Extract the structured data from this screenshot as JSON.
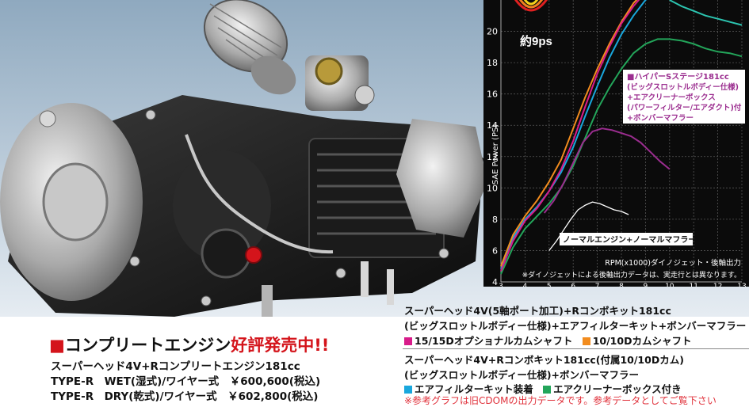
{
  "product": {
    "title_prefix": "コンプリートエンジン",
    "title_highlight": "好評発売中!!",
    "specs": [
      "スーパーヘッド4V+Rコンプリートエンジン181cc",
      "TYPE-R　WET(湿式)/ワイヤー式　￥600,600(税込)",
      "TYPE-R　DRY(乾式)/ワイヤー式　￥602,800(税込)"
    ]
  },
  "legend": {
    "blocks": [
      {
        "lines": [
          "スーパーヘッド4V(5軸ポート加工)+Rコンボキット181cc",
          "(ビッグスロットルボディー仕様)+エアフィルターキット+ボンバーマフラー"
        ],
        "items": [
          {
            "label": "15/15Dオプショナルカムシャフト",
            "color": "#d81b8a"
          },
          {
            "label": "10/10Dカムシャフト",
            "color": "#f28c1e"
          }
        ]
      },
      {
        "lines": [
          "スーパーヘッド4V+Rコンボキット181cc(付属10/10Dカム)",
          "(ビッグスロットルボディー仕様)+ボンバーマフラー"
        ],
        "items": [
          {
            "label": "エアフィルターキット装着",
            "color": "#19a7dd"
          },
          {
            "label": "エアクリーナーボックス付き",
            "color": "#23a55a"
          }
        ]
      }
    ],
    "note": "※参考グラフは旧CDOMの出力データです。参考データとしてご覧下さい"
  },
  "chart_data": {
    "type": "line",
    "xlabel": "RPM(x1000)ダイノジェット・後軸出力",
    "ylabel": "SAE Power (PS)",
    "xlim": [
      3,
      13
    ],
    "ylim": [
      4,
      22
    ],
    "x_ticks": [
      3,
      4,
      5,
      6,
      7,
      8,
      9,
      10,
      11,
      12,
      13
    ],
    "y_ticks": [
      4,
      6,
      8,
      10,
      12,
      14,
      16,
      18,
      20
    ],
    "grid": true,
    "note": "※ダイノジェットによる後軸出力データは、実走行とは異なります。",
    "gain_badge": "約9ps",
    "annotations": [
      {
        "series": "hyper",
        "lines": [
          "ハイパーSステージ181cc",
          "(ビッグスロットルボディー仕様)",
          "+エアクリーナーボックス",
          "(パワーフィルター/エアダクト)付",
          "+ボンバーマフラー"
        ]
      },
      {
        "series": "normal",
        "lines": [
          "ノーマルエンジン+ノーマルマフラー"
        ]
      }
    ],
    "series": [
      {
        "id": "blue",
        "color": "#19a7dd",
        "x": [
          3.0,
          3.5,
          4.0,
          4.5,
          5.0,
          5.5,
          6.0,
          6.5,
          7.0,
          7.5,
          8.0,
          8.5,
          9.0,
          9.5
        ],
        "y": [
          4.8,
          6.8,
          8.0,
          8.8,
          9.8,
          11.0,
          12.6,
          14.6,
          16.5,
          18.3,
          19.8,
          21.0,
          22.0,
          22.5
        ]
      },
      {
        "id": "green",
        "color": "#23a55a",
        "x": [
          3.0,
          3.5,
          4.0,
          4.5,
          5.0,
          5.5,
          6.0,
          6.5,
          7.0,
          7.5,
          8.0,
          8.5,
          9.0,
          9.5,
          10.0,
          10.5,
          11.0,
          11.5,
          12.0,
          12.5,
          13.0
        ],
        "y": [
          4.5,
          6.2,
          7.4,
          8.2,
          9.0,
          10.0,
          11.4,
          13.2,
          15.0,
          16.4,
          17.6,
          18.6,
          19.2,
          19.5,
          19.5,
          19.4,
          19.2,
          18.9,
          18.7,
          18.6,
          18.4
        ]
      },
      {
        "id": "orange",
        "color": "#f28c1e",
        "x": [
          3.0,
          3.5,
          4.0,
          4.5,
          5.0,
          5.5,
          6.0,
          6.5,
          7.0,
          7.5,
          8.0,
          8.5,
          9.0
        ],
        "y": [
          5.0,
          7.0,
          8.2,
          9.2,
          10.4,
          11.8,
          13.8,
          15.8,
          17.6,
          19.2,
          20.6,
          21.8,
          22.6
        ]
      },
      {
        "id": "magenta",
        "color": "#d81b8a",
        "x": [
          3.0,
          3.5,
          4.0,
          4.5,
          5.0,
          5.5,
          6.0,
          6.5,
          7.0,
          7.5,
          8.0,
          8.5,
          9.0
        ],
        "y": [
          4.7,
          6.6,
          7.9,
          8.7,
          9.8,
          11.2,
          13.0,
          15.2,
          17.3,
          19.0,
          20.5,
          21.6,
          22.5
        ]
      },
      {
        "id": "hyper",
        "color": "#9b2d8f",
        "x": [
          4.8,
          5.2,
          5.6,
          6.0,
          6.4,
          6.8,
          7.2,
          7.6,
          8.0,
          8.4,
          8.8,
          9.2,
          9.6,
          10.0
        ],
        "y": [
          8.4,
          9.2,
          10.3,
          11.6,
          12.9,
          13.6,
          13.8,
          13.7,
          13.5,
          13.3,
          12.9,
          12.3,
          11.7,
          11.2
        ]
      },
      {
        "id": "teal",
        "color": "#2cc4b0",
        "x": [
          10.0,
          10.5,
          11.0,
          11.5,
          12.0,
          12.5,
          13.0
        ],
        "y": [
          22.0,
          21.6,
          21.3,
          21.0,
          20.8,
          20.6,
          20.4
        ]
      },
      {
        "id": "normal",
        "color": "#ffffff",
        "x": [
          5.0,
          5.3,
          5.6,
          5.9,
          6.2,
          6.5,
          6.8,
          7.1,
          7.4,
          7.7,
          8.0,
          8.3
        ],
        "y": [
          6.0,
          6.6,
          7.3,
          8.0,
          8.6,
          8.9,
          9.1,
          9.0,
          8.8,
          8.6,
          8.5,
          8.3
        ]
      }
    ]
  }
}
